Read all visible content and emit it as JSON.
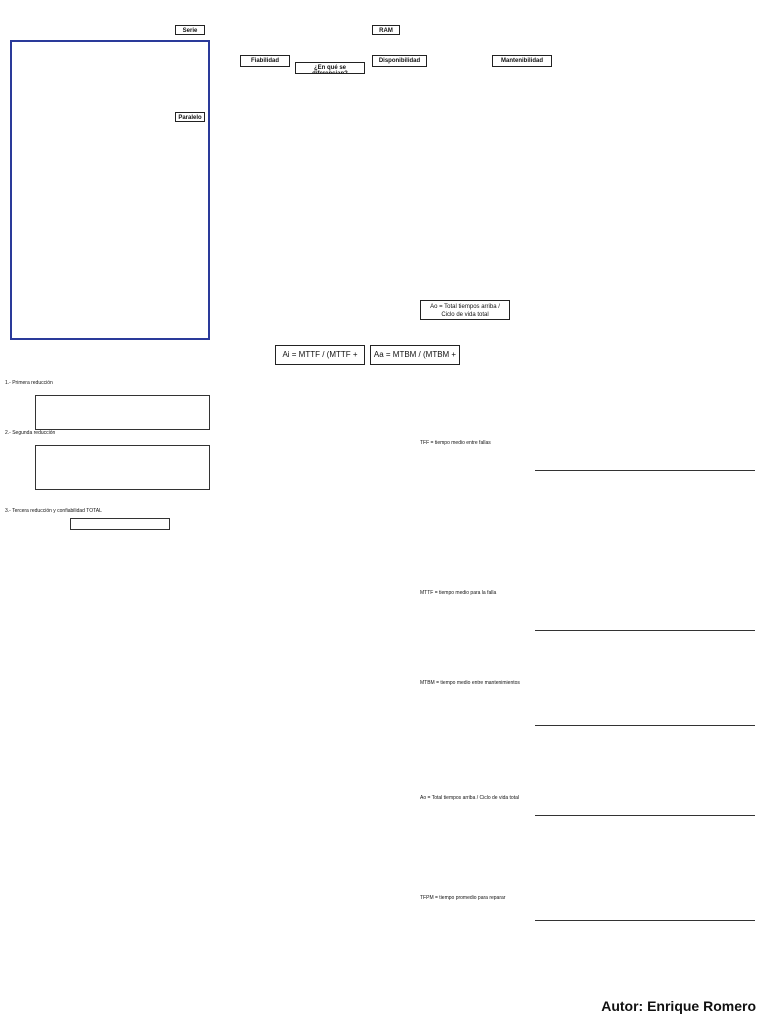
{
  "title": "RAM",
  "left_block": {
    "serie": "Serie",
    "paralelo": "Paralelo"
  },
  "center": {
    "fiabilidad": "Fiabilidad",
    "disponibilidad": "Disponibilidad",
    "mantenibilidad": "Mantenibilidad",
    "diferencias": "¿En qué se diferencian?"
  },
  "reductions": [
    "1.- Primera reducción",
    "2.- Segunda reducción",
    "3.- Tercera reducción y confiabilidad TOTAL"
  ],
  "formulas": {
    "ai": "Ai = MTTF / (MTTF + MTTR)",
    "aa": "Aa = MTBM / (MTBM + M̄)",
    "ao": "Ao = Total tiempos arriba / Ciclo de vida total"
  },
  "charts": [
    {
      "id": "c1",
      "label": "TFF = tiempo medio entre fallas"
    },
    {
      "id": "c2",
      "label": "MTTF = tiempo medio para la falla"
    },
    {
      "id": "c3",
      "label": "MTBM = tiempo medio entre mantenimientos"
    },
    {
      "id": "c4",
      "label": "Ao = Total tiempos arriba / Ciclo de vida total"
    },
    {
      "id": "c5",
      "label": "TFPM = tiempo promedio para reparar"
    }
  ],
  "author": "Autor: Enrique Romero",
  "colors": {
    "blue_outline": "#2a3a9a",
    "fill_blue": "#cfe0f5",
    "tick_red": "#c0392b"
  }
}
